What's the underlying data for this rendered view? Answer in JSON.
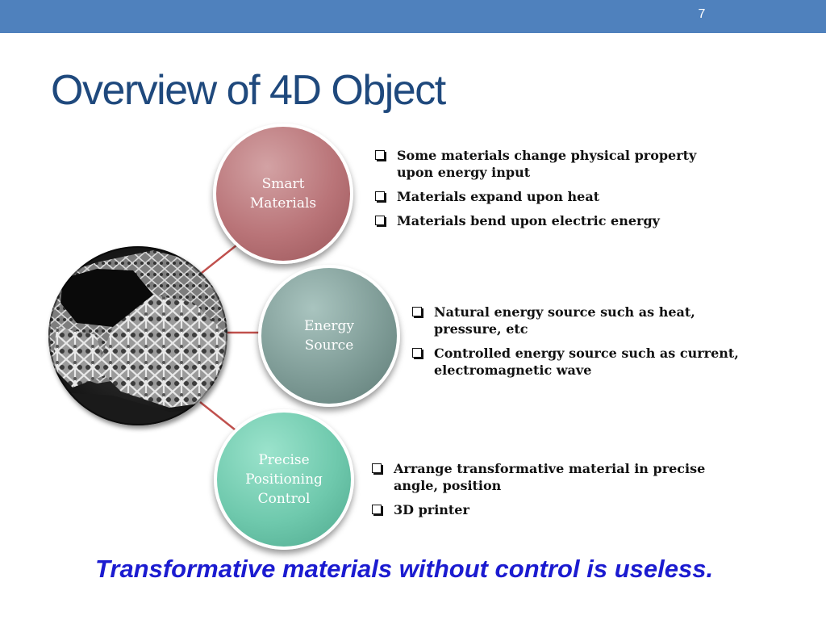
{
  "slide": {
    "number": "7",
    "title": "Overview of 4D Object",
    "accent_color": "#4f81bd",
    "title_color": "#1f497d",
    "tagline_color": "#1b1bd0"
  },
  "nodes": [
    {
      "id": "smart",
      "label_lines": [
        "Smart",
        "Materials"
      ],
      "color": "#b97478",
      "bullets": [
        "Some materials change physical property upon energy input",
        "Materials expand upon heat",
        "Materials bend upon electric energy"
      ]
    },
    {
      "id": "energy",
      "label_lines": [
        "Energy",
        "Source"
      ],
      "color": "#7f9c97",
      "bullets": [
        "Natural energy source such as heat, pressure, etc",
        "Controlled energy source such as current, electromagnetic wave"
      ]
    },
    {
      "id": "precise",
      "label_lines": [
        "Precise",
        "Positioning",
        "Control"
      ],
      "color": "#6fc9ad",
      "bullets": [
        "Arrange transformative material in precise angle, position",
        "3D printer"
      ]
    }
  ],
  "photo_icon": "4d-printed-structure-photo",
  "tagline": "Transformative materials without control is useless."
}
